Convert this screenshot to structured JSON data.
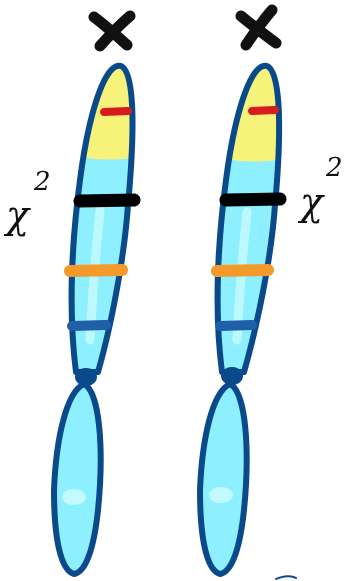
{
  "chromosomes": [
    {
      "top_mark": "✕",
      "label": "χ",
      "label_superscript": "2"
    },
    {
      "top_mark": "✕",
      "label": "χ",
      "label_superscript": "2"
    }
  ],
  "colors": {
    "outline": "#0b4a8a",
    "body_fill": "#8ef0ff",
    "body_light": "#c8fbff",
    "top_fill": "#f6f27a",
    "band_red": "#d81b1b",
    "band_black": "#000000",
    "band_orange": "#f39a2a",
    "band_blue": "#1f5fa8",
    "mark": "#111111"
  },
  "bands": [
    "red",
    "black",
    "orange",
    "blue"
  ]
}
